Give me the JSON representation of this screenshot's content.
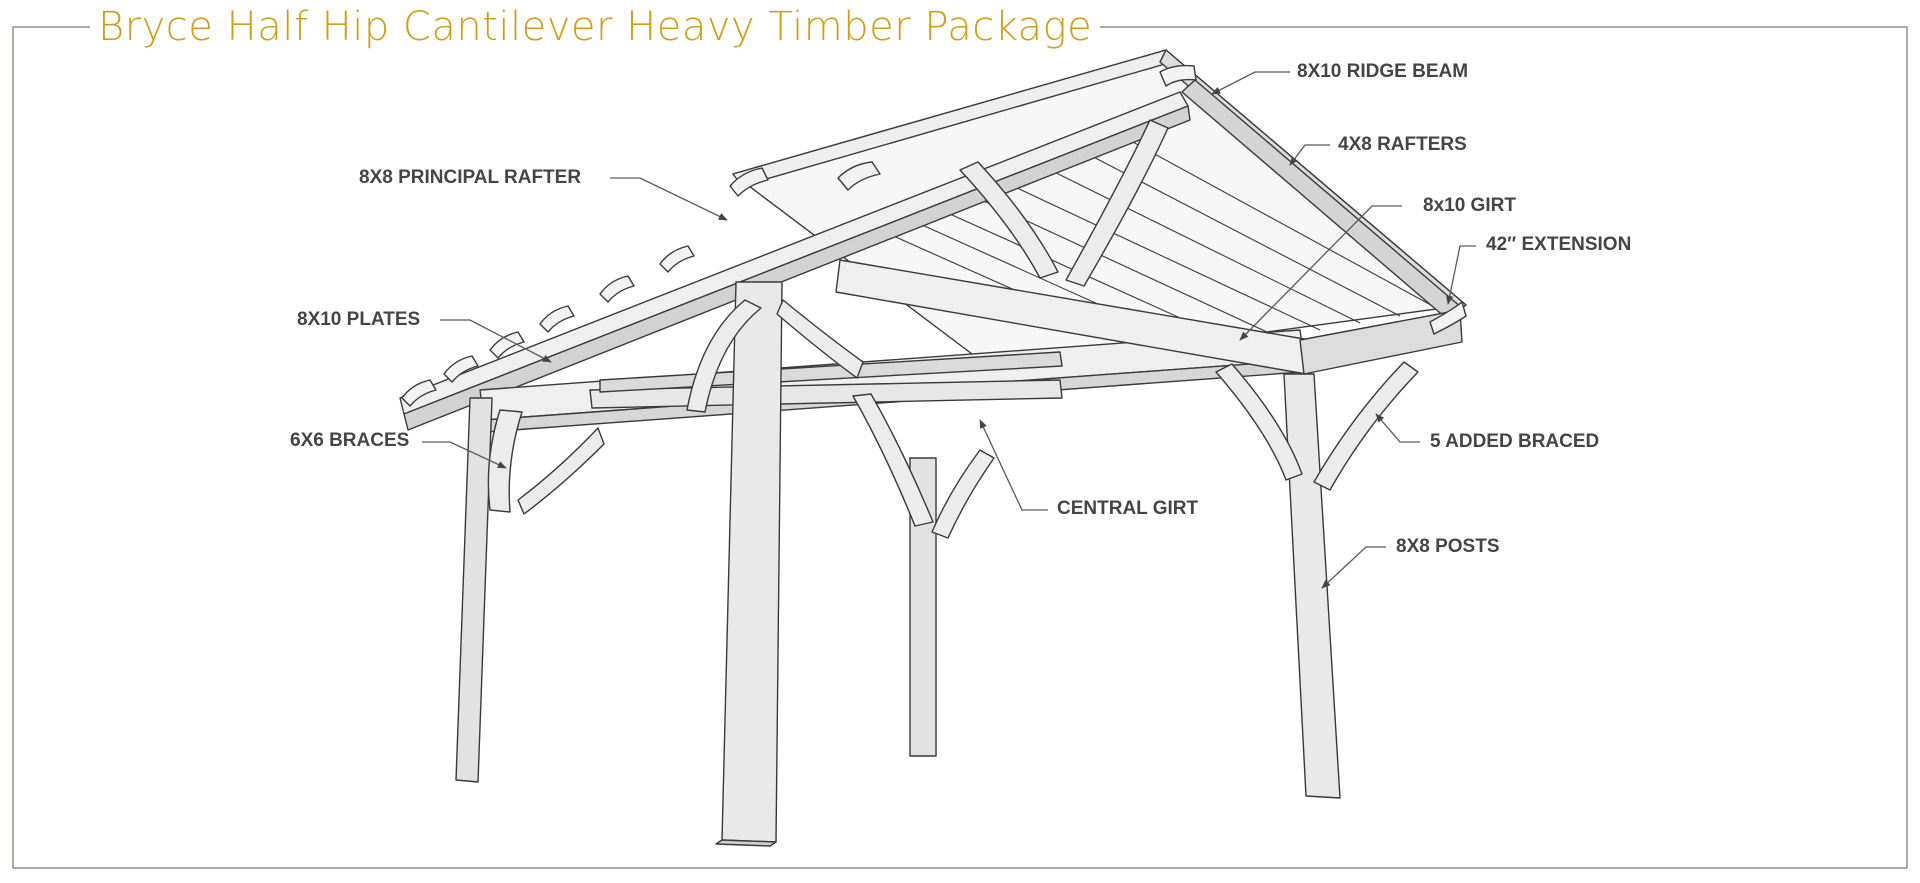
{
  "title": "Bryce Half Hip Cantilever Heavy Timber Package",
  "colors": {
    "title": "#d19f17",
    "label": "#454545",
    "frame": "#8a7a72",
    "timber_fill": "#e6e6e6",
    "timber_shade": "#cfcfcf",
    "stroke": "#3a3a3a"
  },
  "labels": {
    "ridge_beam": "8X10 RIDGE BEAM",
    "rafters": "4X8 RAFTERS",
    "principal_rafter": "8X8 PRINCIPAL RAFTER",
    "girt": "8x10 GIRT",
    "extension": "42″ EXTENSION",
    "plates": "8X10 PLATES",
    "braces": "6X6 BRACES",
    "added_braced": "5 ADDED BRACED",
    "central_girt": "CENTRAL GIRT",
    "posts": "8X8 POSTS"
  }
}
